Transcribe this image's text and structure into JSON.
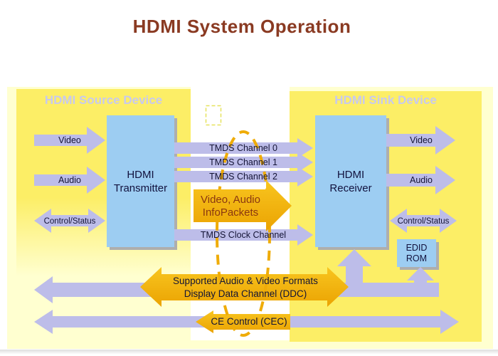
{
  "title": "HDMI System Operation",
  "panels": {
    "source": {
      "label": "HDMI Source Device"
    },
    "sink": {
      "label": "HDMI Sink Device"
    }
  },
  "boxes": {
    "transmitter": {
      "line1": "HDMI",
      "line2": "Transmitter"
    },
    "receiver": {
      "line1": "HDMI",
      "line2": "Receiver"
    },
    "edid": {
      "line1": "EDID",
      "line2": "ROM"
    }
  },
  "source_io": {
    "video": "Video",
    "audio": "Audio",
    "control": "Control/Status"
  },
  "sink_io": {
    "video": "Video",
    "audio": "Audio",
    "control": "Control/Status"
  },
  "channels": {
    "tmds0": "TMDS Channel 0",
    "tmds1": "TMDS Channel 1",
    "tmds2": "TMDS Channel 2",
    "infopackets_line1": "Video, Audio",
    "infopackets_line2": "InfoPackets",
    "clock": "TMDS Clock Channel"
  },
  "ddc": {
    "line1": "Supported Audio & Video Formats",
    "line2": "Display Data Channel (DDC)"
  },
  "cec": {
    "label": "CE Control (CEC)"
  },
  "colors": {
    "title_text": "#8A3A22",
    "panel_yellow": "#FCEE66",
    "background_pale": "#FFFFD0",
    "arrow_lavender": "#BDBDE9",
    "arrow_gold": "#F2B006",
    "box_blue": "#9DCDF2",
    "label_navy": "#131335",
    "infopackets_text": "#8A3710",
    "panel_header_text": "#C7C9EF",
    "cable_dash": "#EFAC08"
  }
}
